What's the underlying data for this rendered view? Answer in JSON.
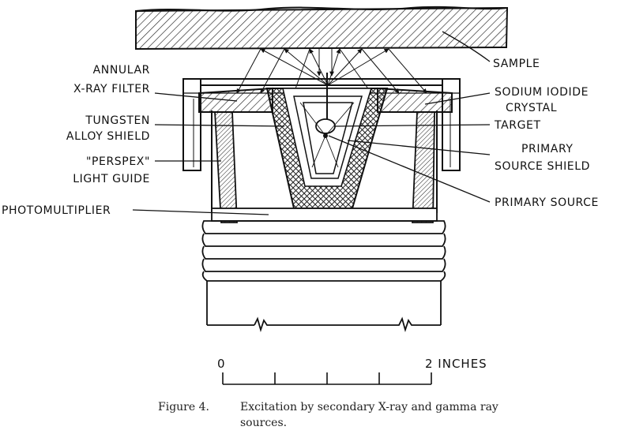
{
  "labels": {
    "sample": "SAMPLE",
    "annular_filter_line1": "ANNULAR",
    "annular_filter_line2": "X-RAY FILTER",
    "sodium_iodide_line1": "SODIUM IODIDE",
    "sodium_iodide_line2": "CRYSTAL",
    "tungsten_line1": "TUNGSTEN",
    "tungsten_line2": "ALLOY SHIELD",
    "target": "TARGET",
    "perspex_line1": "\"PERSPEX\"",
    "perspex_line2": "LIGHT GUIDE",
    "primary_shield_line1": "PRIMARY",
    "primary_shield_line2": "SOURCE SHIELD",
    "primary_source": "PRIMARY SOURCE",
    "photomultiplier": "PHOTOMULTIPLIER"
  },
  "scale": {
    "start": "0",
    "end": "2 INCHES"
  },
  "caption": {
    "number": "Figure 4.",
    "text_line1": "Excitation by secondary X-ray and gamma ray",
    "text_line2": "sources."
  }
}
